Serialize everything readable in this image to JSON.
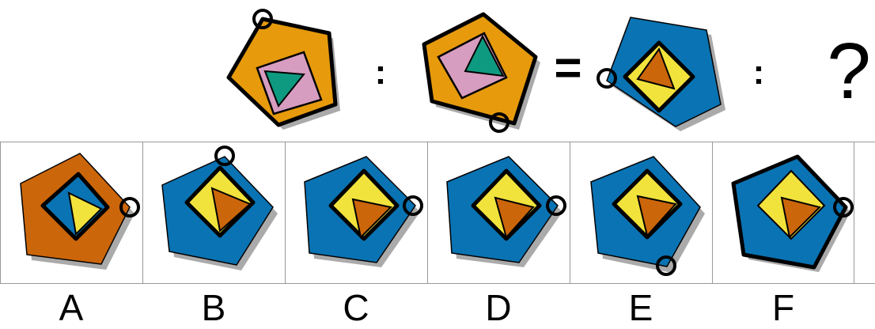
{
  "puzzle": {
    "separators": {
      "colon1": ":",
      "equals": "=",
      "colon2": ":",
      "question": "?"
    },
    "colors": {
      "orange": "#E69A0C",
      "rust": "#CC660A",
      "blue": "#0A73B3",
      "pink": "#D79DC0",
      "teal": "#0E9A80",
      "yellow": "#F2E33C",
      "shadow": "#AAAAAA"
    },
    "analogy": [
      {
        "id": "A1",
        "pentagon": "orange",
        "square": "pink",
        "triangle": "teal",
        "marker": "top-left vertex"
      },
      {
        "id": "A2",
        "pentagon": "orange",
        "square": "pink",
        "triangle": "teal",
        "marker": "bottom-right vertex"
      },
      {
        "id": "B1",
        "pentagon": "blue",
        "square": "yellow",
        "triangle": "rust",
        "marker": "left vertex"
      }
    ],
    "options": [
      {
        "label": "A",
        "pentagon": "rust",
        "square": "blue",
        "triangle": "yellow",
        "marker": "right vertex"
      },
      {
        "label": "B",
        "pentagon": "blue",
        "square": "yellow",
        "triangle": "rust",
        "marker": "top vertex"
      },
      {
        "label": "C",
        "pentagon": "blue",
        "square": "yellow",
        "triangle": "rust",
        "marker": "right vertex"
      },
      {
        "label": "D",
        "pentagon": "blue",
        "square": "yellow",
        "triangle": "rust",
        "marker": "right vertex"
      },
      {
        "label": "E",
        "pentagon": "blue",
        "square": "yellow",
        "triangle": "rust",
        "marker": "bottom vertex"
      },
      {
        "label": "F",
        "pentagon": "blue",
        "square": "yellow",
        "triangle": "rust",
        "marker": "right vertex"
      }
    ]
  }
}
